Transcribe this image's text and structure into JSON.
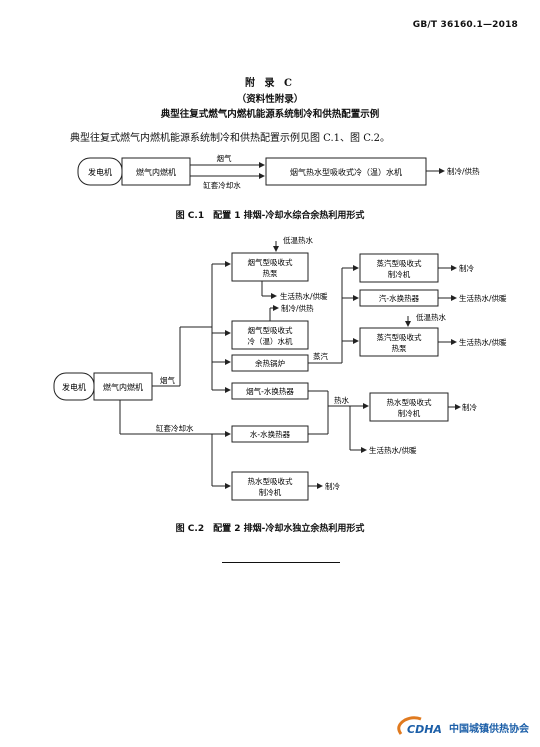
{
  "header": {
    "standard_no": "GB/T 36160.1—2018"
  },
  "annex": {
    "title": "附 录 C",
    "subtitle": "（资料性附录）",
    "name": "典型往复式燃气内燃机能源系统制冷和供热配置示例"
  },
  "intro": "典型往复式燃气内燃机能源系统制冷和供热配置示例见图 C.1、图 C.2。",
  "figure1": {
    "caption": "图 C.1　配置 1 排烟-冷却水综合余热利用形式",
    "boxes": {
      "generator": "发电机",
      "engine": "燃气内燃机",
      "chiller": "烟气热水型吸收式冷（温）水机"
    },
    "labels": {
      "flue_gas": "烟气",
      "jacket_water": "缸套冷却水",
      "output": "制冷/供热"
    }
  },
  "figure2": {
    "caption": "图 C.2　配置 2 排烟-冷却水独立余热利用形式",
    "boxes": {
      "generator": "发电机",
      "engine": "燃气内燃机",
      "gas_heat_pump_l1": "烟气型吸收式",
      "gas_heat_pump_l2": "热泵",
      "gas_chiller_l1": "烟气型吸收式",
      "gas_chiller_l2": "冷（温）水机",
      "waste_boiler": "余热锅炉",
      "gas_water_hx": "烟气-水换热器",
      "water_water_hx": "水-水换热器",
      "hw_chiller_bottom_l1": "热水型吸收式",
      "hw_chiller_bottom_l2": "制冷机",
      "steam_chiller_l1": "蒸汽型吸收式",
      "steam_chiller_l2": "制冷机",
      "steam_water_hx": "汽-水换热器",
      "steam_heat_pump_l1": "蒸汽型吸收式",
      "steam_heat_pump_l2": "热泵",
      "hw_chiller_right_l1": "热水型吸收式",
      "hw_chiller_right_l2": "制冷机"
    },
    "labels": {
      "low_temp_water_1": "低温热水",
      "low_temp_water_2": "低温热水",
      "domestic_heat_1": "生活热水/供暖",
      "cool_heat": "制冷/供热",
      "flue_gas": "烟气",
      "steam": "蒸汽",
      "hot_water": "热水",
      "jacket_water": "缸套冷却水",
      "cool_1": "制冷",
      "domestic_heat_2": "生活热水/供暖",
      "domestic_heat_3": "生活热水/供暖",
      "cool_2": "制冷",
      "domestic_heat_4": "生活热水/供暖",
      "cool_3": "制冷"
    }
  },
  "footer": {
    "org_name": "中国城镇供热协会",
    "logo_text": "CDHA"
  }
}
